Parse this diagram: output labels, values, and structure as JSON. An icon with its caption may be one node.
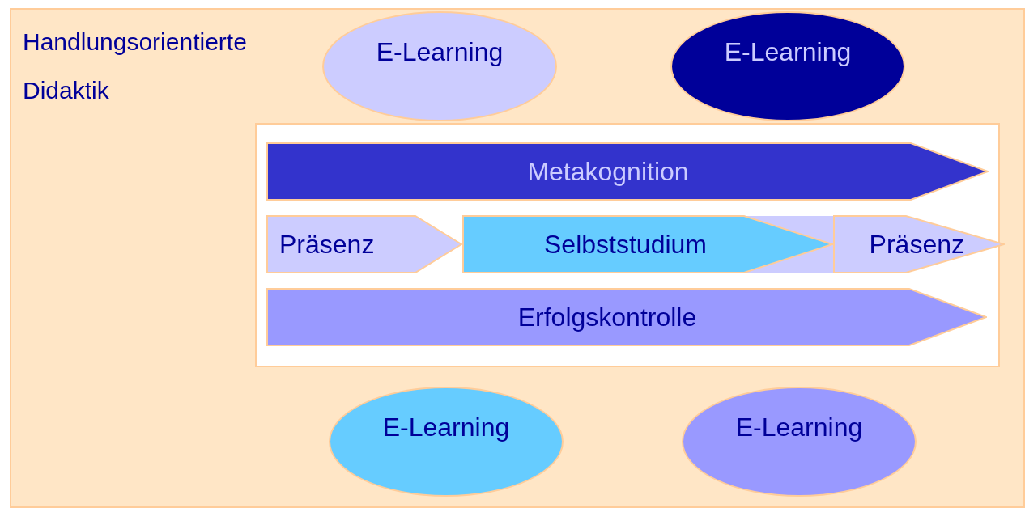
{
  "diagram": {
    "nodes": [
      {
        "text": [
          "Handlungsorientierte Didaktik"
        ]
      },
      {
        "text": [
          "E-Learning"
        ],
        "in": 0
      },
      {
        "text": [
          "E-Learning"
        ],
        "in": 0
      },
      {
        "text": [],
        "shape": "box",
        "in": 0
      },
      {
        "text": [
          "Metakognition"
        ],
        "in": 3
      },
      {
        "text": [
          "Präsenz"
        ],
        "in": 3
      },
      {
        "text": [
          "Selbststudium"
        ],
        "in": 3
      },
      {
        "text": [
          "Präsenz"
        ],
        "in": 3
      },
      {
        "text": [
          "Erfolgskontrolle"
        ],
        "in": 3
      },
      {
        "text": [
          "E-Learning"
        ],
        "in": 0
      },
      {
        "text": [
          "E-Learning"
        ],
        "in": 0
      }
    ]
  }
}
